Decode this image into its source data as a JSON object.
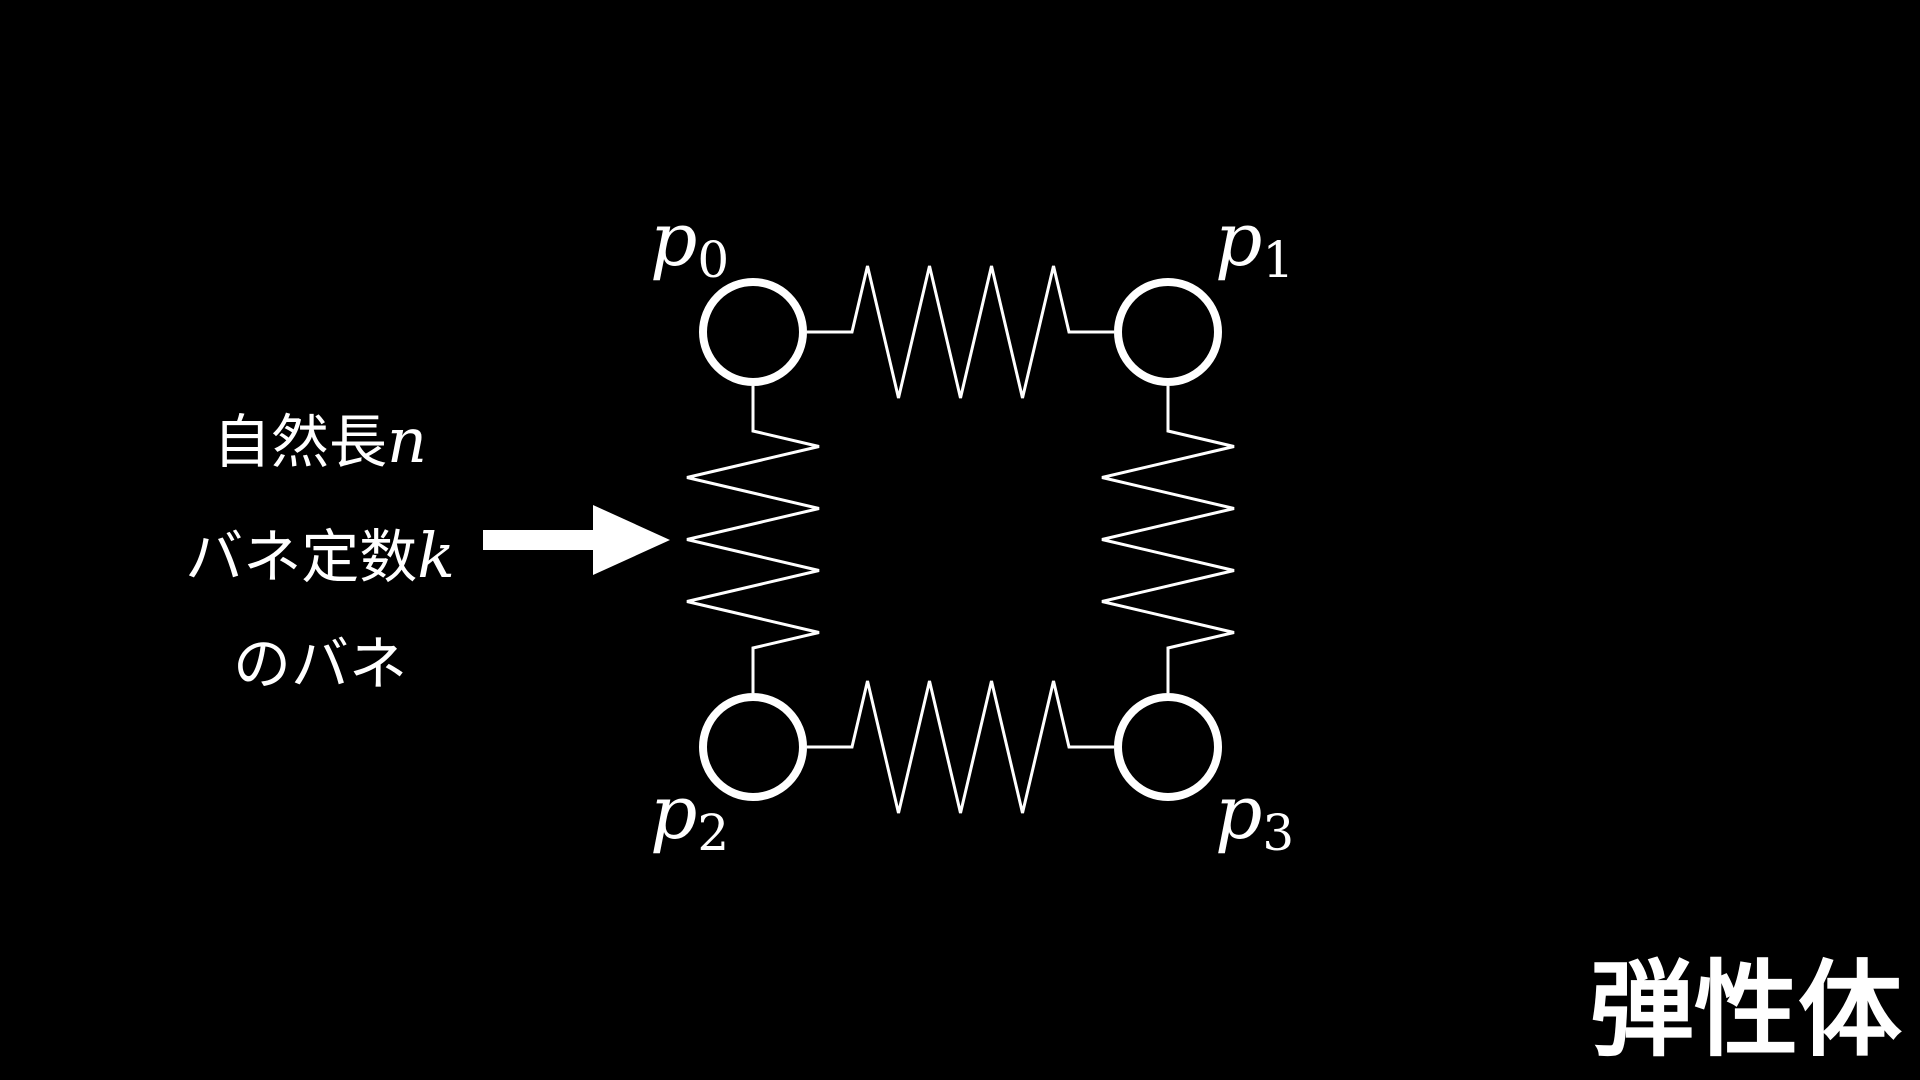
{
  "caption": {
    "line1_text": "自然長",
    "line1_var": "n",
    "line2_text": "バネ定数",
    "line2_var": "k",
    "line3_text": "のバネ"
  },
  "nodes": [
    {
      "id": "p0",
      "symbol": "p",
      "index": "0"
    },
    {
      "id": "p1",
      "symbol": "p",
      "index": "1"
    },
    {
      "id": "p2",
      "symbol": "p",
      "index": "2"
    },
    {
      "id": "p3",
      "symbol": "p",
      "index": "3"
    }
  ],
  "springs": [
    {
      "from": "p0",
      "to": "p1"
    },
    {
      "from": "p0",
      "to": "p2"
    },
    {
      "from": "p1",
      "to": "p3"
    },
    {
      "from": "p2",
      "to": "p3"
    }
  ],
  "title": "弾性体",
  "colors": {
    "background": "#000000",
    "foreground": "#ffffff"
  }
}
